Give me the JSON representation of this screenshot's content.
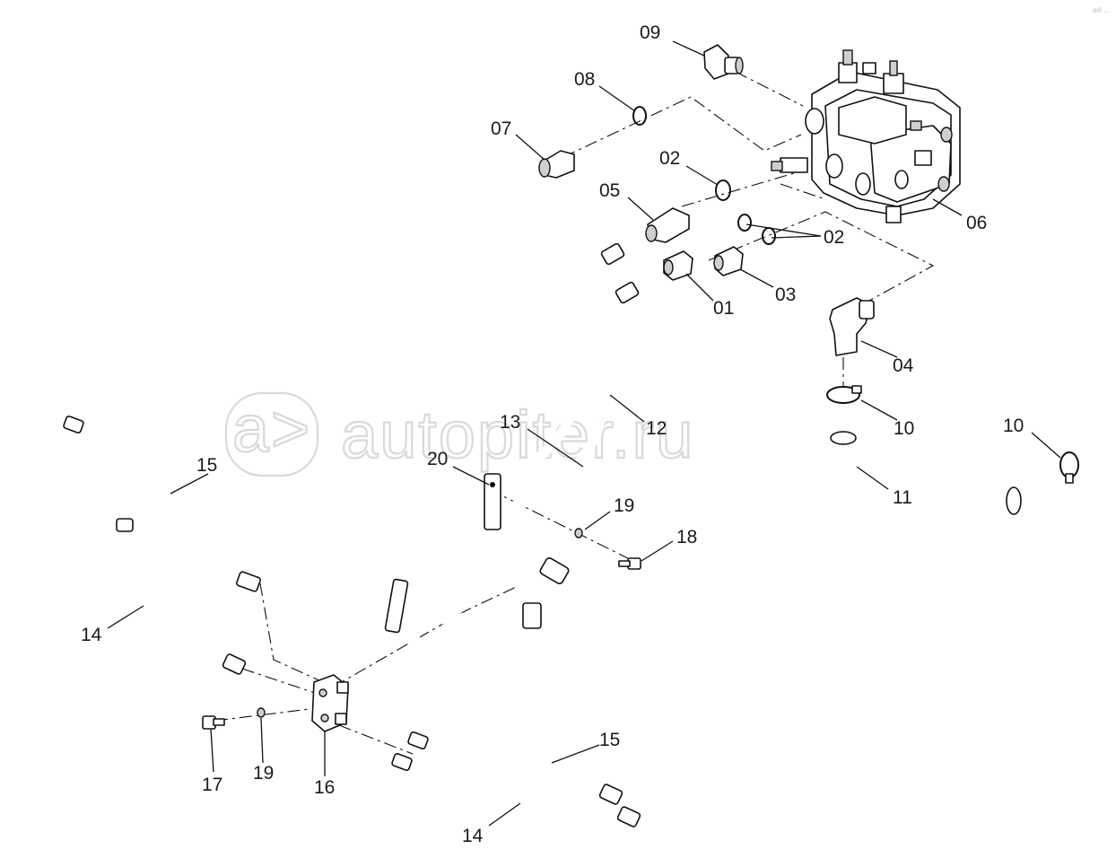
{
  "watermark": "autopiter.ru",
  "corner_mark": "a® ...",
  "labels": {
    "l01": "01",
    "l02a": "02",
    "l02b": "02",
    "l03": "03",
    "l04": "04",
    "l05": "05",
    "l06": "06",
    "l07": "07",
    "l08": "08",
    "l09": "09",
    "l10a": "10",
    "l10b": "10",
    "l11": "11",
    "l12": "12",
    "l13": "13",
    "l14a": "14",
    "l14b": "14",
    "l15a": "15",
    "l15b": "15",
    "l16": "16",
    "l17": "17",
    "l18": "18",
    "l19a": "19",
    "l19b": "19",
    "l20": "20"
  }
}
